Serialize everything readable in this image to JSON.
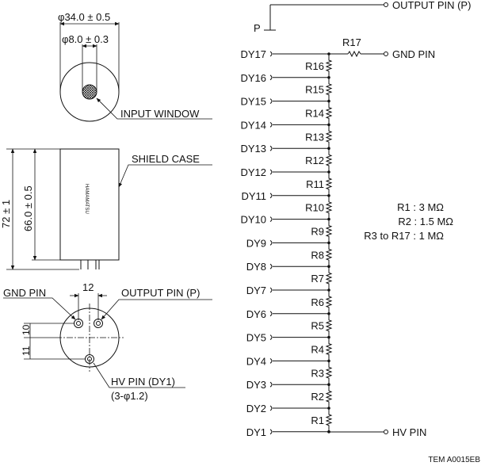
{
  "top_view": {
    "outer_diameter": "34.0 ± 0.5",
    "window_diameter": "8.0 ± 0.3",
    "diameter_symbol": "φ",
    "input_window_label": "INPUT WINDOW"
  },
  "side_view": {
    "shield_case_label": "SHIELD CASE",
    "case_text": "HAMAMATSU",
    "total_height": "72 ± 1",
    "body_height": "66.0 ± 0.5"
  },
  "bottom_view": {
    "gnd_pin_label": "GND PIN",
    "output_pin_label": "OUTPUT PIN (P)",
    "pin_spacing": "12",
    "offset_a": "10",
    "offset_b": "11",
    "hv_pin_label": "HV PIN (DY1)",
    "pin_spec": "(3-φ1.2)"
  },
  "circuit": {
    "anode_label": "P",
    "output_pin_label": "OUTPUT PIN (P)",
    "gnd_pin_label": "GND PIN",
    "hv_pin_label": "HV PIN",
    "anode_resistor": "R17",
    "dynodes": [
      "DY17",
      "DY16",
      "DY15",
      "DY14",
      "DY13",
      "DY12",
      "DY11",
      "DY10",
      "DY9",
      "DY8",
      "DY7",
      "DY6",
      "DY5",
      "DY4",
      "DY3",
      "DY2",
      "DY1"
    ],
    "resistors": [
      "R16",
      "R15",
      "R14",
      "R13",
      "R12",
      "R11",
      "R10",
      "R9",
      "R8",
      "R7",
      "R6",
      "R5",
      "R4",
      "R3",
      "R2",
      "R1"
    ],
    "values": [
      "R1 : 3 MΩ",
      "R2 : 1.5 MΩ",
      "R3 to R17 : 1 MΩ"
    ]
  },
  "drawing_code": "TEM A0015EB"
}
